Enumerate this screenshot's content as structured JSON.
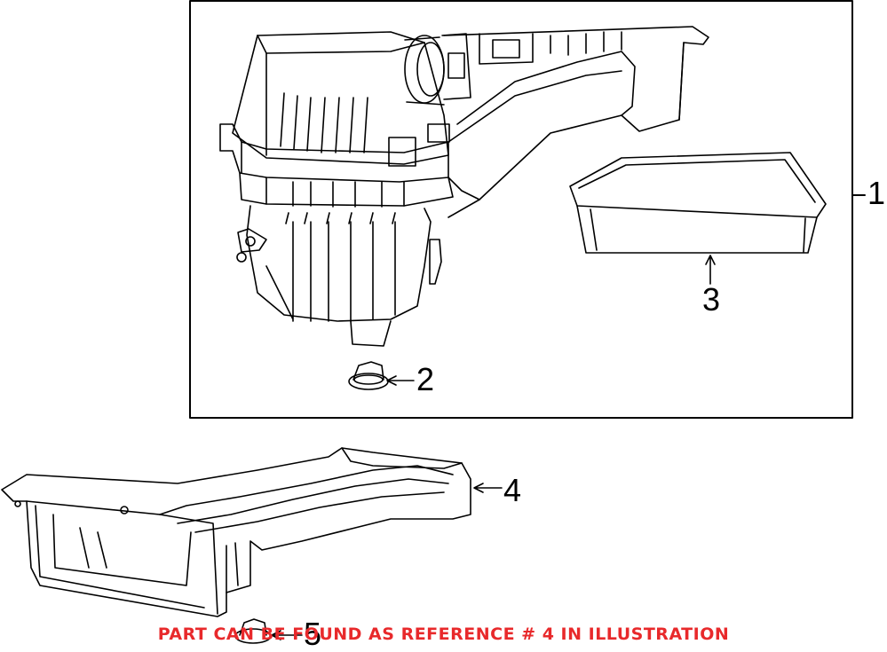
{
  "callouts": [
    "1",
    "2",
    "3",
    "4",
    "5"
  ],
  "footnote": {
    "text": "PART CAN BE FOUND AS REFERENCE # 4 IN ILLUSTRATION",
    "color": "#e8292b"
  },
  "colors": {
    "line": "#000000",
    "background": "#ffffff"
  },
  "parts": {
    "1": "air-cleaner-assembly",
    "2": "grommet",
    "3": "air-filter-element",
    "4": "intake-duct",
    "5": "grommet"
  }
}
